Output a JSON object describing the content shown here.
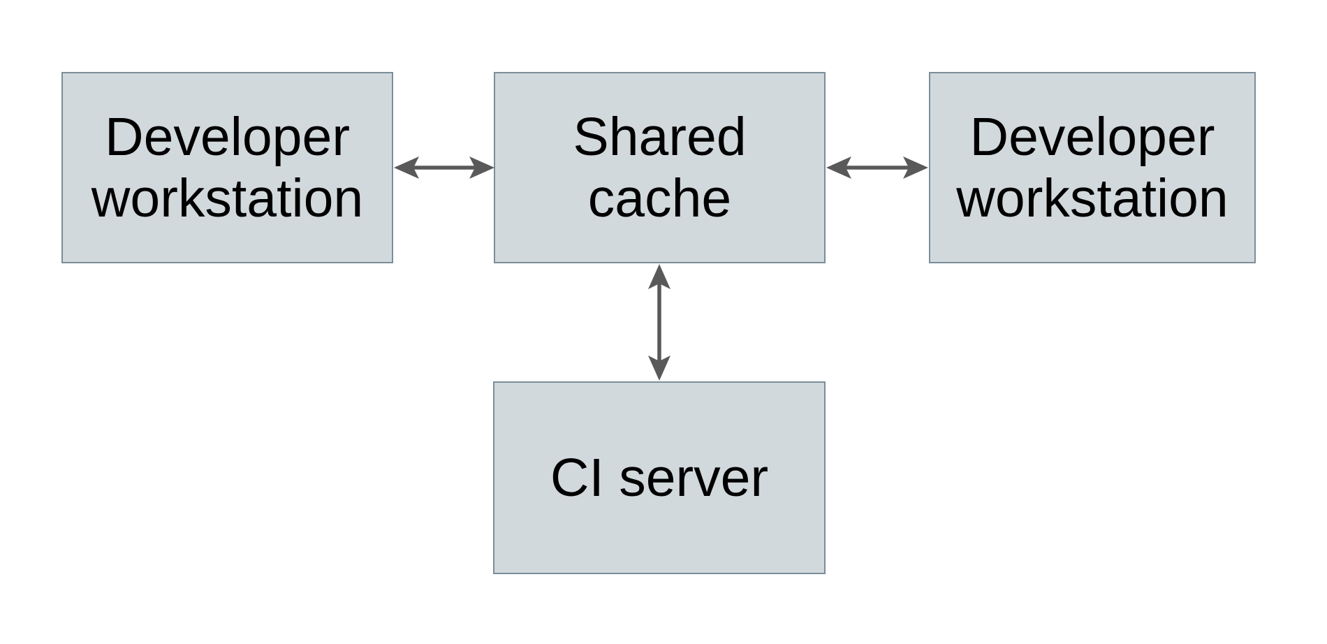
{
  "diagram": {
    "colors": {
      "background": "#ffffff",
      "box_fill": "#d2d9dd",
      "box_border": "#7a8e98",
      "arrow_color": "#595959",
      "text_color": "#000000"
    },
    "nodes": [
      {
        "id": "developer-workstation-left",
        "label": "Developer\nworkstation"
      },
      {
        "id": "shared-cache",
        "label": "Shared\ncache"
      },
      {
        "id": "developer-workstation-right",
        "label": "Developer\nworkstation"
      },
      {
        "id": "ci-server",
        "label": "CI server"
      }
    ],
    "edges": [
      {
        "from": "developer-workstation-left",
        "to": "shared-cache",
        "direction": "bidirectional",
        "orientation": "horizontal"
      },
      {
        "from": "shared-cache",
        "to": "developer-workstation-right",
        "direction": "bidirectional",
        "orientation": "horizontal"
      },
      {
        "from": "shared-cache",
        "to": "ci-server",
        "direction": "bidirectional",
        "orientation": "vertical"
      }
    ]
  }
}
